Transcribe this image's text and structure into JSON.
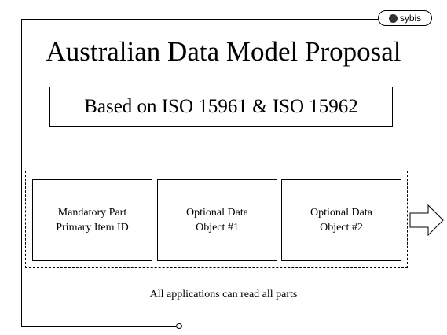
{
  "logo": {
    "text": "sybis"
  },
  "slide": {
    "title": "Australian Data Model Proposal",
    "subtitle": "Based on ISO 15961 & ISO 15962",
    "parts": [
      {
        "line1": "Mandatory Part",
        "line2": "Primary Item ID"
      },
      {
        "line1": "Optional Data",
        "line2": "Object #1"
      },
      {
        "line1": "Optional Data",
        "line2": "Object #2"
      }
    ],
    "caption": "All applications can read all parts"
  },
  "icons": {
    "arrow": "right-arrow-icon",
    "logo_mark": "sybis-logo-icon"
  }
}
